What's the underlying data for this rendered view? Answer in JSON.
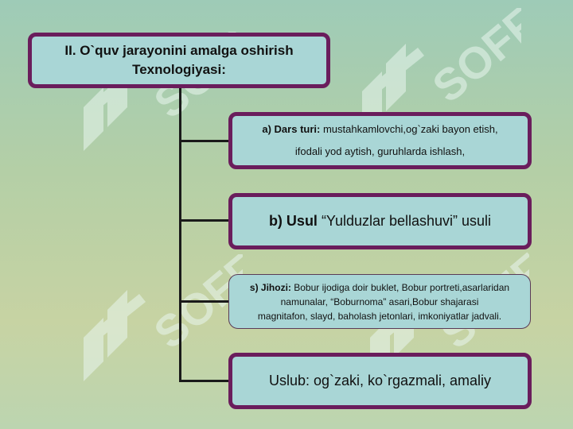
{
  "watermark": {
    "text": "SOFF",
    "icon": "soff-logo-icon",
    "color": "#e8f5f0"
  },
  "colors": {
    "box_fill": "#a9d6d6",
    "box_border": "#6a1d5c",
    "connector": "#1a1a1a"
  },
  "title": {
    "line1": "II. O`quv jarayonini amalga oshirish",
    "line2": "Texnologiyasi:"
  },
  "items": [
    {
      "prefix": "a)   Dars turi: ",
      "line1": "mustahkamlovchi,og`zaki bayon etish,",
      "line2": "ifodali yod aytish, guruhlarda ishlash,"
    },
    {
      "prefix": "b) Usul",
      "text": " “Yulduzlar bellashuvi”  usuli"
    },
    {
      "prefix": "s) Jihozi: ",
      "line1": "Bobur ijodiga doir buklet, Bobur portreti,asarlaridan",
      "line2": "namunalar, “Boburnoma” asari,Bobur shajarasi",
      "line3": "magnitafon, slayd, baholash jetonlari, imkoniyatlar jadvali."
    },
    {
      "text": "Uslub: og`zaki, ko`rgazmali, amaliy"
    }
  ]
}
